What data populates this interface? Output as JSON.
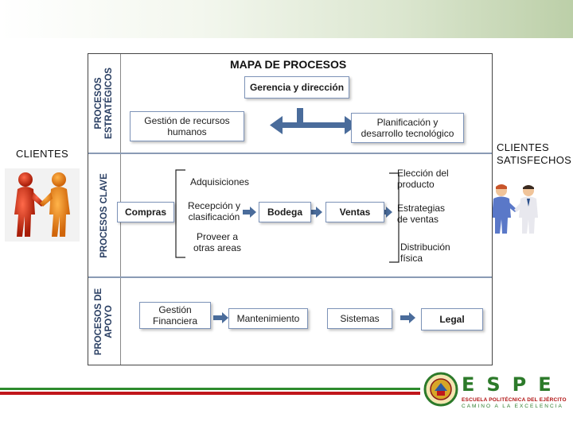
{
  "left_label": "CLIENTES",
  "right_label": "CLIENTES SATISFECHOS",
  "diagram": {
    "title": "MAPA DE PROCESOS",
    "sections": {
      "strategic": "PROCESOS\nESTRATÉGICOS",
      "key": "PROCESOS CLAVE",
      "support": "PROCESOS DE\nAPOYO"
    },
    "strategic": {
      "management": "Gerencia y dirección",
      "hr": "Gestión de recursos humanos",
      "planning": "Planificación y desarrollo tecnológico"
    },
    "key": {
      "compras": "Compras",
      "adquisiciones": "Adquisiciones",
      "recepcion": "Recepción y clasificación",
      "proveer": "Proveer a otras areas",
      "bodega": "Bodega",
      "ventas": "Ventas",
      "eleccion": "Elección del producto",
      "estrategias": "Estrategias de ventas",
      "distribucion": "Distribución física"
    },
    "support": {
      "financiera": "Gestión Financiera",
      "mantenimiento": "Mantenimiento",
      "sistemas": "Sistemas",
      "legal": "Legal"
    }
  },
  "logo": {
    "letters": "ESPE",
    "school": "ESCUELA POLITÉCNICA DEL EJÉRCITO",
    "motto": "CAMINO A LA EXCELENCIA"
  },
  "colors": {
    "section_text": "#2a3f63",
    "arrow": "#4a6c9b",
    "box_border": "#7d93b8",
    "bar_green": "#2e8b2e",
    "bar_red": "#c0161b"
  }
}
